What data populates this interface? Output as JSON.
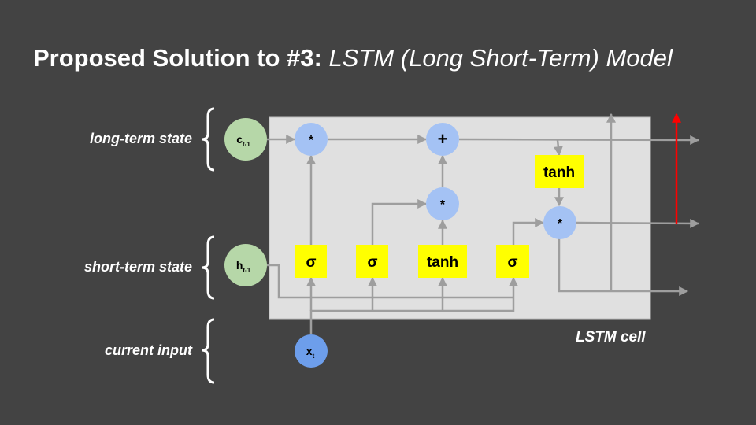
{
  "title": {
    "bold": "Proposed Solution to #3:",
    "italic": "LSTM (Long Short-Term) Model"
  },
  "labels": {
    "long_term": "long-term state",
    "short_term": "short-term state",
    "current_input": "current input",
    "cell": "LSTM cell"
  },
  "nodes": {
    "c_prev": "c",
    "c_prev_sub": "t-1",
    "h_prev": "h",
    "h_prev_sub": "t-1",
    "x": "x",
    "x_sub": "t",
    "forget_mult": "*",
    "add": "+",
    "input_mult": "*",
    "output_mult": "*",
    "forget_gate": "σ",
    "input_gate": "σ",
    "candidate": "tanh",
    "output_gate": "σ",
    "cell_tanh": "tanh"
  },
  "colors": {
    "background": "#434343",
    "cell": "#e0e0e0",
    "state": "#b6d7a8",
    "op": "#a4c2f4",
    "input": "#6d9eeb",
    "gate": "#ffff00",
    "line": "#9e9e9e",
    "highlight": "#ff0000"
  }
}
